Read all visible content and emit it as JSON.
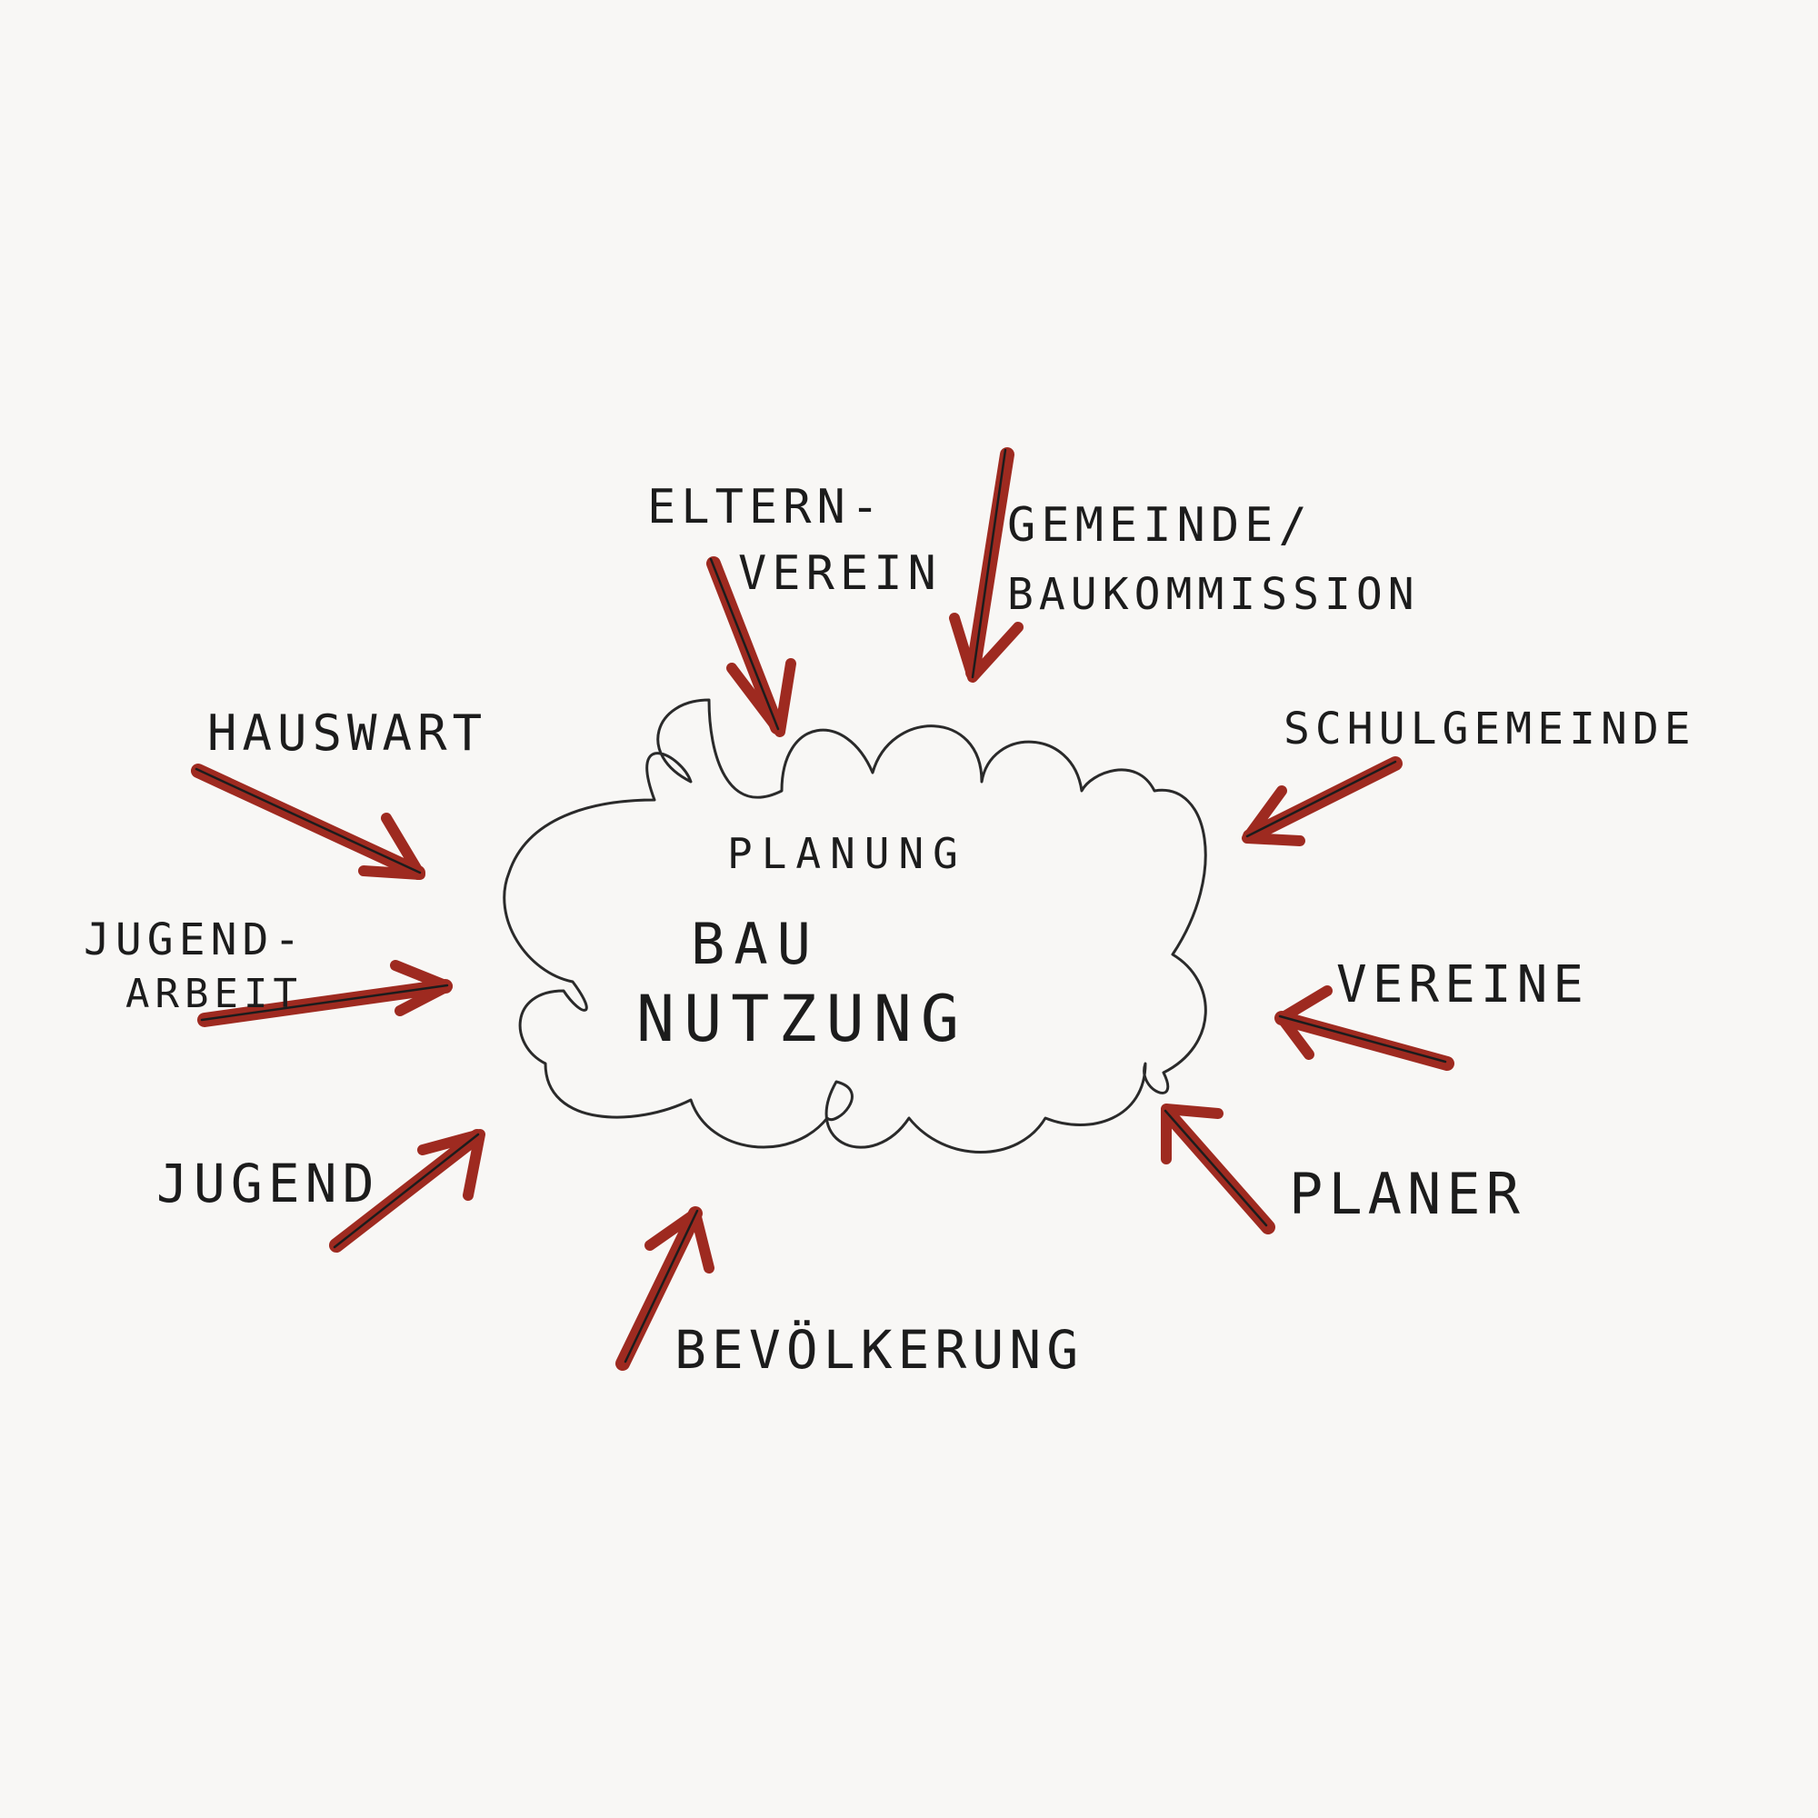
{
  "colors": {
    "background": "#f8f7f5",
    "ink": "#1c1c1c",
    "arrow": "#9e2a20"
  },
  "center": {
    "line1": "PLANUNG",
    "line2": "BAU",
    "line3": "NUTZUNG"
  },
  "stakeholders": {
    "elternverein_1": "ELTERN-",
    "elternverein_2": "VEREIN",
    "gemeinde_1": "GEMEINDE/",
    "gemeinde_2": "BAUKOMMISSION",
    "schulgemeinde": "SCHULGEMEINDE",
    "vereine": "VEREINE",
    "planer": "PLANER",
    "bevoelkerung": "BEVÖLKERUNG",
    "jugend": "JUGEND",
    "jugendarbeit_1": "JUGEND-",
    "jugendarbeit_2": "ARBEIT",
    "hauswart": "HAUSWART"
  }
}
